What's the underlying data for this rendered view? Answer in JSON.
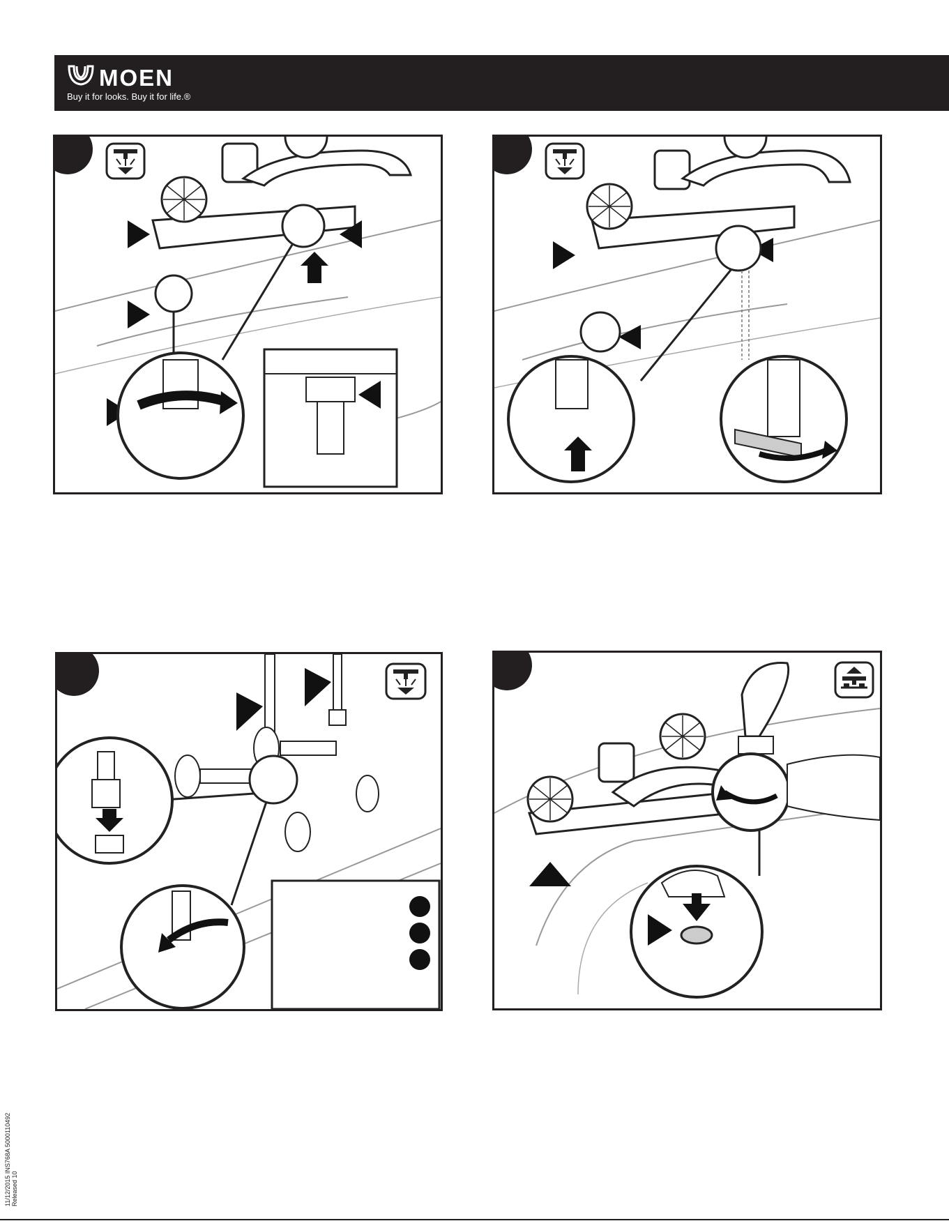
{
  "header": {
    "brand": "MOEN",
    "tagline": "Buy it for looks. Buy it for life.®"
  },
  "panels": [
    {
      "id": "step-1",
      "icon": "water-off-icon"
    },
    {
      "id": "step-2",
      "icon": "water-off-icon"
    },
    {
      "id": "step-3",
      "icon": "water-off-icon"
    },
    {
      "id": "step-4",
      "icon": "water-on-icon"
    }
  ],
  "sidebar_code": {
    "line1": "11/12/2015  INS768A  5000110492",
    "line2": "Released 10"
  }
}
